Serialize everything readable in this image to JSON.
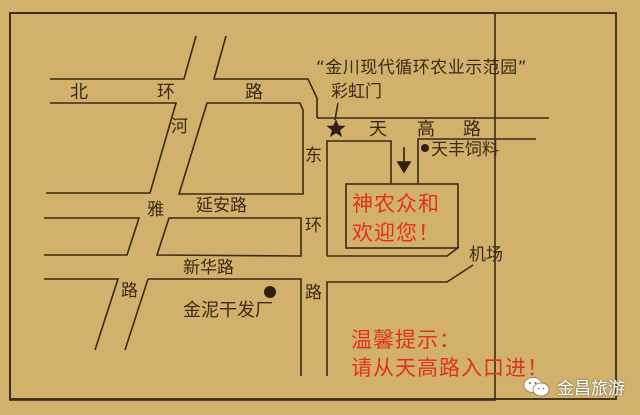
{
  "map": {
    "background_color": "#d1b16c",
    "line_color": "#3a2a16",
    "accent_color": "#e2321f",
    "park_name": "“金川现代循环农业示范园”",
    "gate_name": "彩虹门",
    "roads": {
      "north_ring": [
        "北",
        "环",
        "路"
      ],
      "heya": [
        "河",
        "雅",
        "路"
      ],
      "yanan": "延安路",
      "xinhua": "新华路",
      "east_ring": [
        "东",
        "环",
        "路"
      ],
      "tiangao": [
        "天",
        "高",
        "路"
      ]
    },
    "landmarks": {
      "tianfeng": "天丰饲料",
      "jinni": "金泥干发厂",
      "airport": "机场"
    },
    "destination": {
      "line1": "神农众和",
      "line2": "欢迎您！"
    },
    "notice": {
      "title": "温馨提示：",
      "text": "请从天高路入口进！"
    },
    "icons": {
      "gate_marker": "star-icon",
      "entrance_arrow": "arrow-down-icon",
      "landmark_dot": "dot-icon",
      "watermark": "wechat-icon"
    },
    "watermark": "金昌旅游"
  }
}
